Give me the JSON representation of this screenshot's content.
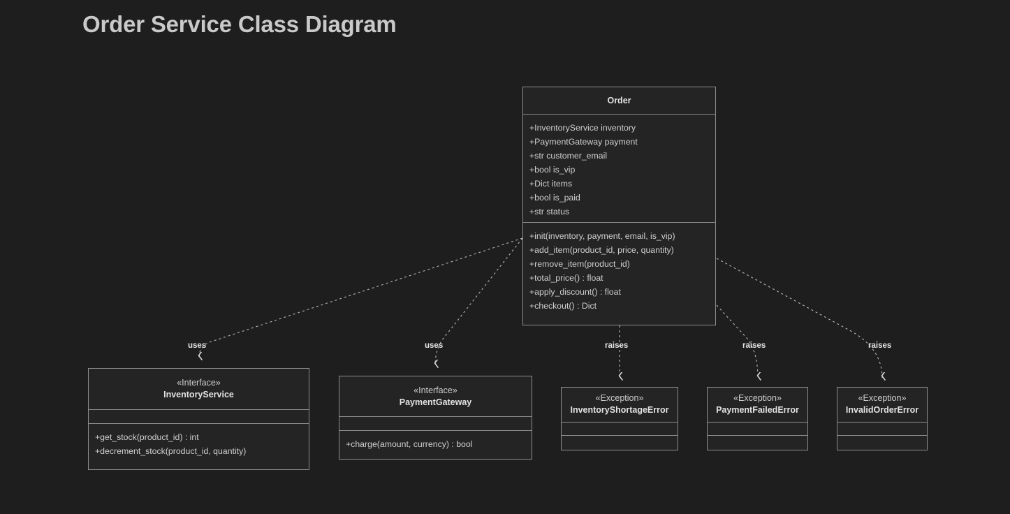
{
  "page": {
    "title": "Order Service Class Diagram",
    "background_color": "#1e1e1e",
    "box_fill_color": "#242424",
    "border_color": "#8d8d8d",
    "text_color": "#cfcfcf"
  },
  "classes": [
    {
      "id": "order",
      "name": "Order",
      "stereotype": "",
      "attributes": [
        "+InventoryService inventory",
        "+PaymentGateway payment",
        "+str customer_email",
        "+bool is_vip",
        "+Dict items",
        "+bool is_paid",
        "+str status"
      ],
      "methods": [
        "+init(inventory, payment, email, is_vip)",
        "+add_item(product_id, price, quantity)",
        "+remove_item(product_id)",
        "+total_price() : float",
        "+apply_discount() : float",
        "+checkout() : Dict"
      ]
    },
    {
      "id": "inventory_service",
      "name": "InventoryService",
      "stereotype": "«Interface»",
      "attributes": [],
      "methods": [
        "+get_stock(product_id) : int",
        "+decrement_stock(product_id, quantity)"
      ]
    },
    {
      "id": "payment_gateway",
      "name": "PaymentGateway",
      "stereotype": "«Interface»",
      "attributes": [],
      "methods": [
        "+charge(amount, currency) : bool"
      ]
    },
    {
      "id": "inventory_shortage_error",
      "name": "InventoryShortageError",
      "stereotype": "«Exception»",
      "attributes": [],
      "methods": []
    },
    {
      "id": "payment_failed_error",
      "name": "PaymentFailedError",
      "stereotype": "«Exception»",
      "attributes": [],
      "methods": []
    },
    {
      "id": "invalid_order_error",
      "name": "InvalidOrderError",
      "stereotype": "«Exception»",
      "attributes": [],
      "methods": []
    }
  ],
  "relationships": [
    {
      "id": "order-uses-inventory",
      "from": "Order",
      "to": "InventoryService",
      "label": "uses",
      "style": "dashed"
    },
    {
      "id": "order-uses-payment",
      "from": "Order",
      "to": "PaymentGateway",
      "label": "uses",
      "style": "dashed"
    },
    {
      "id": "order-raises-shortage",
      "from": "Order",
      "to": "InventoryShortageError",
      "label": "raises",
      "style": "dashed"
    },
    {
      "id": "order-raises-payment-failed",
      "from": "Order",
      "to": "PaymentFailedError",
      "label": "raises",
      "style": "dashed"
    },
    {
      "id": "order-raises-invalid",
      "from": "Order",
      "to": "InvalidOrderError",
      "label": "raises",
      "style": "dashed"
    }
  ]
}
